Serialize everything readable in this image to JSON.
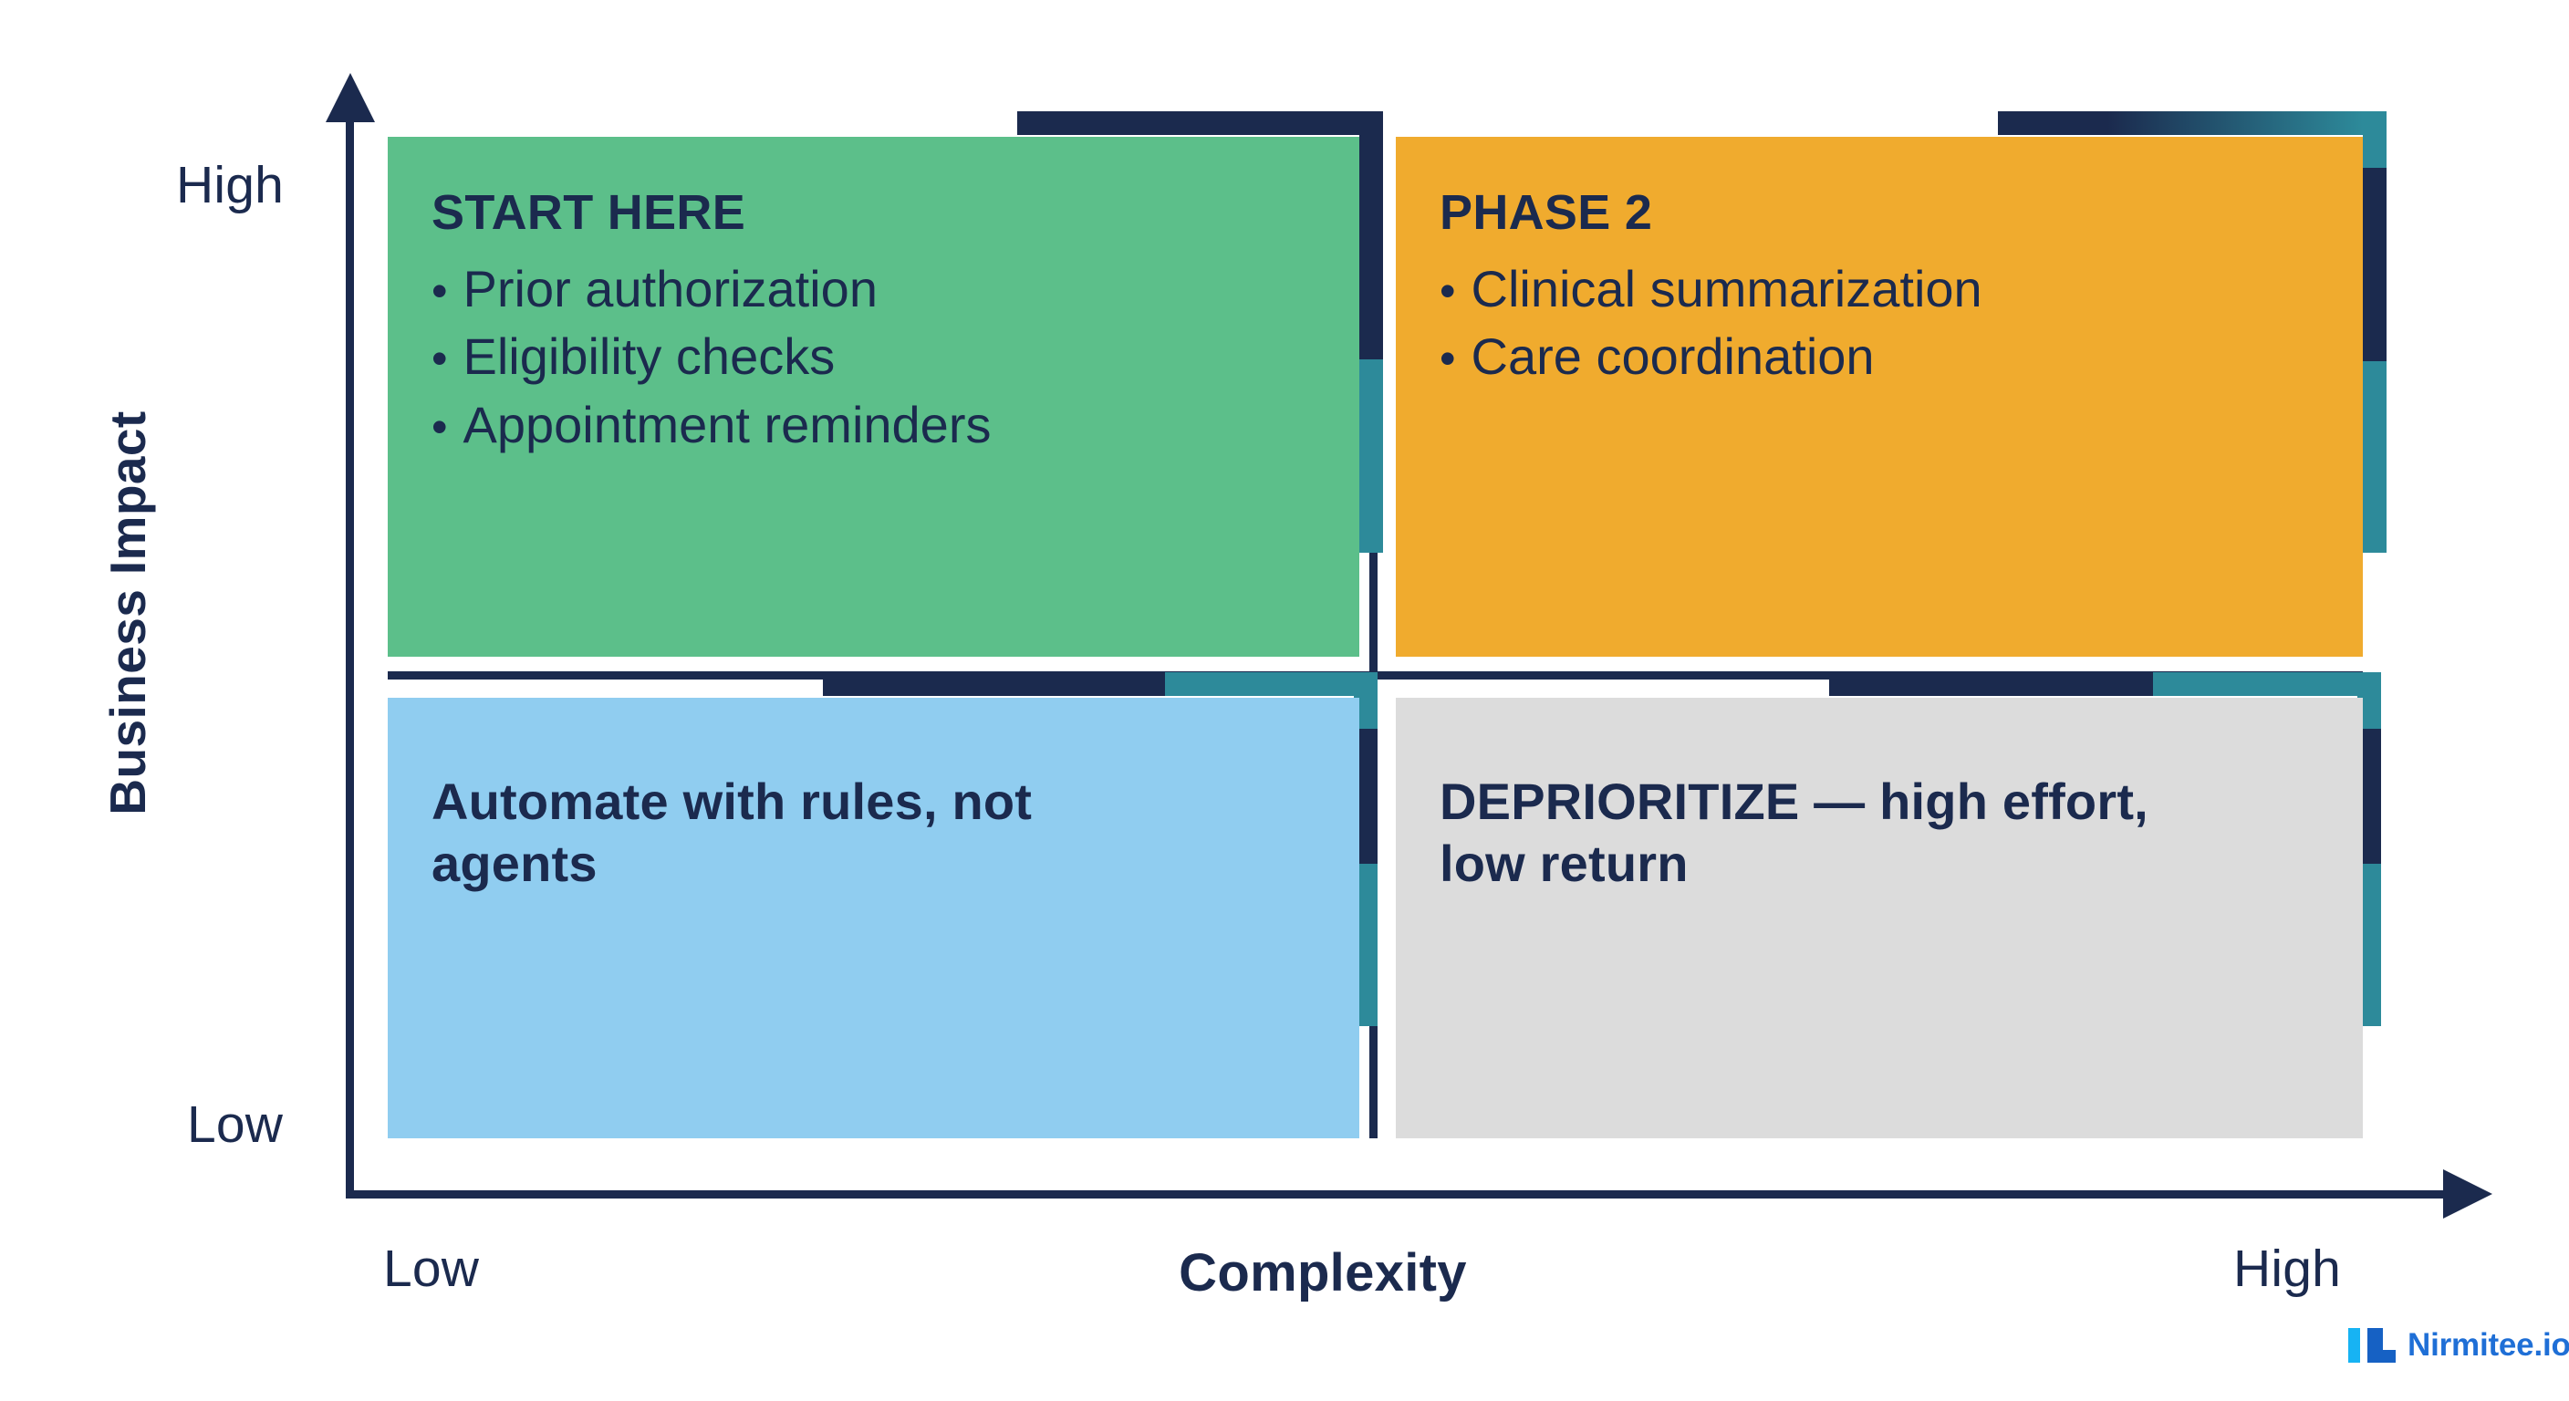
{
  "axes": {
    "y_title": "Business Impact",
    "y_high_label": "High",
    "y_low_label": "Low",
    "x_title": "Complexity",
    "x_low_label": "Low",
    "x_high_label": "High"
  },
  "quadrants": {
    "start_here": {
      "heading": "START HERE",
      "bullet_glyph": "•",
      "items": [
        "Prior authorization",
        "Eligibility checks",
        "Appointment reminders"
      ],
      "fill": "#5cbf8a"
    },
    "phase_2": {
      "heading": "PHASE 2",
      "bullet_glyph": "•",
      "items": [
        "Clinical summarization",
        "Care coordination"
      ],
      "fill": "#f0ab2e"
    },
    "automate": {
      "statement": "Automate with rules, not agents",
      "fill": "#90cdf0"
    },
    "deprioritize": {
      "statement": "DEPRIORITIZE — high effort, low return",
      "fill": "#dcdcdc"
    }
  },
  "palette": {
    "navy": "#1b2a4e",
    "teal": "#2d8a9a",
    "logo_cyan": "#17b3f3",
    "logo_blue": "#1661c4",
    "logo_text": "#1f6fd6"
  },
  "branding": {
    "wordmark": "Nirmitee.io"
  },
  "chart_data": {
    "type": "table",
    "title": "Business Impact vs Complexity prioritization matrix",
    "xlabel": "Complexity",
    "ylabel": "Business Impact",
    "x_ticks": [
      "Low",
      "High"
    ],
    "y_ticks": [
      "Low",
      "High"
    ],
    "grid": false,
    "legend": "none",
    "cells": [
      {
        "quadrant": "high-impact / low-complexity",
        "x": "Low",
        "y": "High",
        "label": "START HERE",
        "color": "#5cbf8a",
        "items": [
          "Prior authorization",
          "Eligibility checks",
          "Appointment reminders"
        ]
      },
      {
        "quadrant": "high-impact / high-complexity",
        "x": "High",
        "y": "High",
        "label": "PHASE 2",
        "color": "#f0ab2e",
        "items": [
          "Clinical summarization",
          "Care coordination"
        ]
      },
      {
        "quadrant": "low-impact / low-complexity",
        "x": "Low",
        "y": "Low",
        "label": "Automate with rules, not agents",
        "color": "#90cdf0",
        "items": []
      },
      {
        "quadrant": "low-impact / high-complexity",
        "x": "High",
        "y": "Low",
        "label": "DEPRIORITIZE — high effort, low return",
        "color": "#dcdcdc",
        "items": []
      }
    ]
  }
}
